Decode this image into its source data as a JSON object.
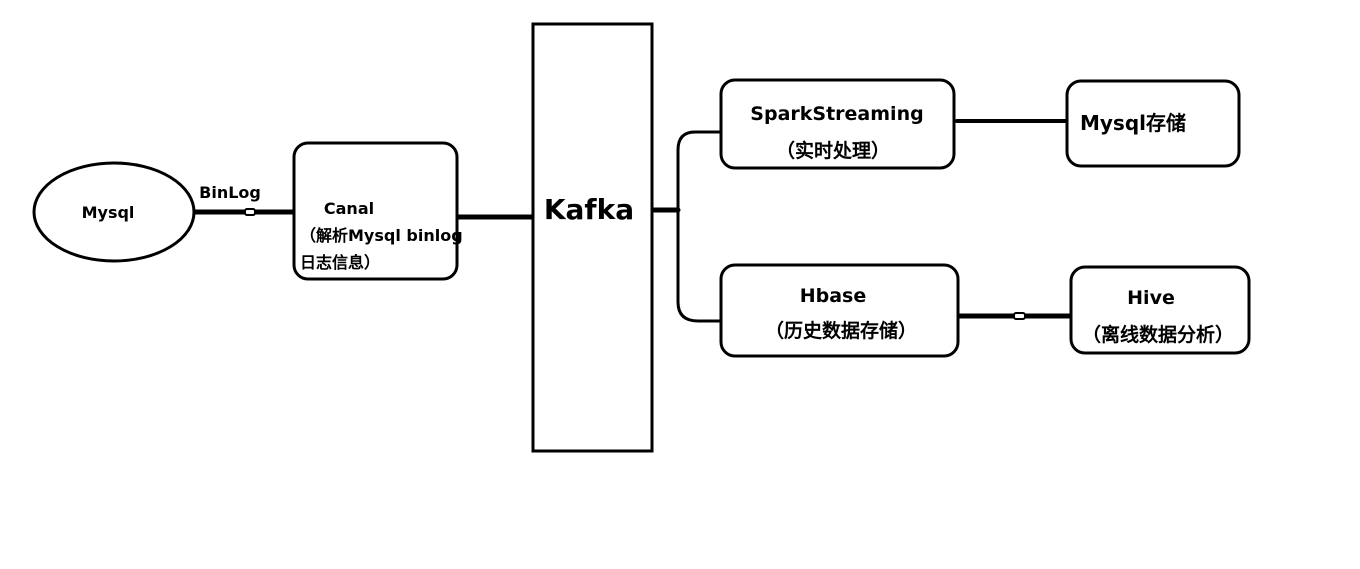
{
  "nodes": {
    "mysql_source": {
      "label": "Mysql"
    },
    "canal": {
      "title": "Canal",
      "desc_line1": "（解析Mysql binlog",
      "desc_line2": "日志信息）"
    },
    "kafka": {
      "label": "Kafka"
    },
    "spark_streaming": {
      "title": "SparkStreaming",
      "desc": "（实时处理）"
    },
    "mysql_storage": {
      "label": "Mysql存储"
    },
    "hbase": {
      "title": "Hbase",
      "desc": "（历史数据存储）"
    },
    "hive": {
      "title": "Hive",
      "desc": "（离线数据分析）"
    }
  },
  "edges": {
    "mysql_to_canal": {
      "label": "BinLog"
    }
  },
  "colors": {
    "stroke": "#000000",
    "background": "#ffffff"
  }
}
